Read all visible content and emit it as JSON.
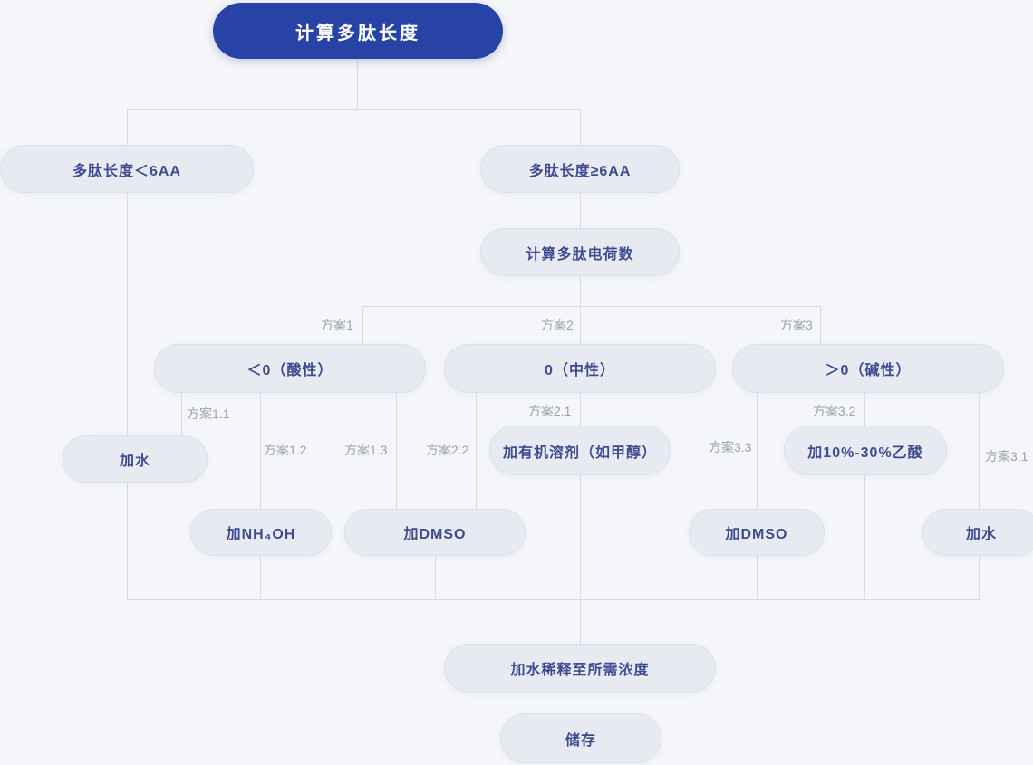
{
  "diagram": {
    "colors": {
      "background": "#f5f6fa",
      "root_fill": "#2843a6",
      "root_text": "#ffffff",
      "node_fill": "#e8eaf2",
      "node_border": "#dde1ee",
      "node_text": "#3d4c90",
      "connector": "#d7dbe8",
      "plan_label_text": "#9ba1b0"
    },
    "nodes": {
      "root": "计算多肽长度",
      "length_lt": "多肽长度＜6AA",
      "length_ge": "多肽长度≥6AA",
      "charge": "计算多肽电荷数",
      "acidic": "＜0（酸性）",
      "neutral": "0（中性）",
      "basic": "＞0（碱性）",
      "water_left": "加水",
      "nh4oh": "加NH₄OH",
      "dmso_left": "加DMSO",
      "organic": "加有机溶剂（如甲醇）",
      "acetic": "加10%-30%乙酸",
      "dmso_right": "加DMSO",
      "water_right": "加水",
      "dilute": "加水稀释至所需浓度",
      "store": "储存"
    },
    "plan_labels": {
      "p1": "方案1",
      "p2": "方案2",
      "p3": "方案3",
      "p11": "方案1.1",
      "p12": "方案1.2",
      "p13": "方案1.3",
      "p21": "方案2.1",
      "p22": "方案2.2",
      "p31": "方案3.1",
      "p32": "方案3.2",
      "p33": "方案3.3"
    }
  }
}
